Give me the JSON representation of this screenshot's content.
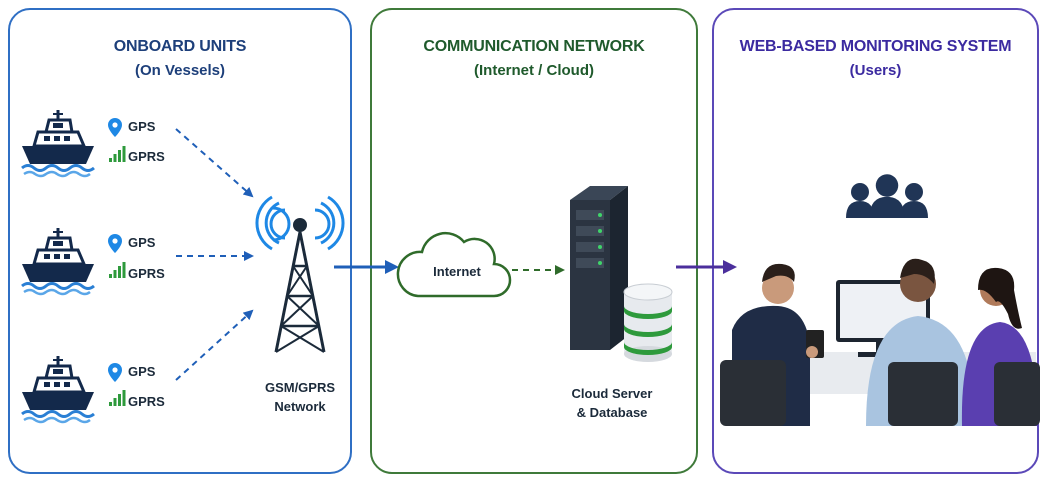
{
  "panels": {
    "onboard": {
      "title": "ONBOARD UNITS",
      "subtitle": "(On Vessels)",
      "color": "#1d3f7a",
      "border": "#2f6fc4"
    },
    "network": {
      "title": "COMMUNICATION NETWORK",
      "subtitle": "(Internet / Cloud)",
      "color": "#1f5a2c",
      "border": "#3f7a3a"
    },
    "monitoring": {
      "title": "WEB-BASED MONITORING SYSTEM",
      "subtitle": "(Users)",
      "color": "#3b2aa0",
      "border": "#5b49b8"
    }
  },
  "vessels": [
    {
      "gps_label": "GPS",
      "gprs_label": "GPRS"
    },
    {
      "gps_label": "GPS",
      "gprs_label": "GPRS"
    },
    {
      "gps_label": "GPS",
      "gprs_label": "GPRS"
    }
  ],
  "tower": {
    "label_line1": "GSM/GPRS",
    "label_line2": "Network"
  },
  "cloud": {
    "label": "Internet"
  },
  "server": {
    "label_line1": "Cloud Server",
    "label_line2": "& Database"
  },
  "icons": {
    "ship": "ship-icon",
    "gps": "location-pin-icon",
    "gprs": "signal-bars-icon",
    "tower": "cell-tower-icon",
    "cloud": "cloud-icon",
    "server": "server-rack-icon",
    "database": "database-icon",
    "users": "users-group-icon"
  },
  "colors": {
    "gps_pin": "#1e88e5",
    "gprs_bars": "#2e9a3c",
    "arrow_blue": "#1f5fb8",
    "arrow_green": "#2f6b2a",
    "arrow_purple": "#4b2f9c",
    "ship_hull": "#13294b",
    "water": "#2a7fd4",
    "db_band": "#2e9a3c"
  }
}
